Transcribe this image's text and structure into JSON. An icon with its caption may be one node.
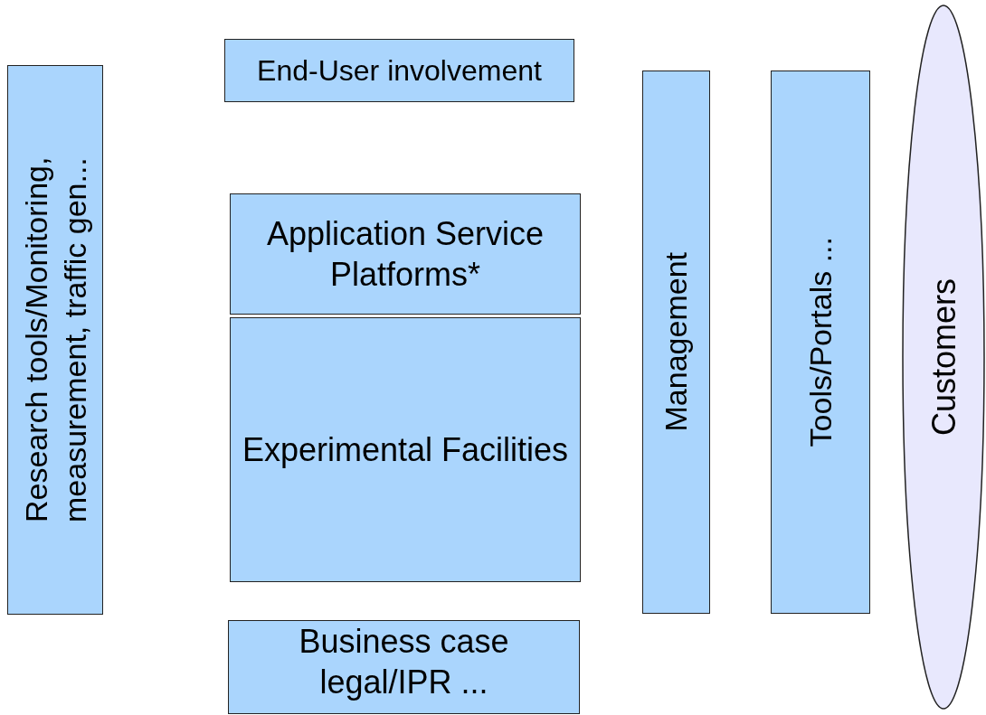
{
  "diagram": {
    "nodes": [
      {
        "text": [
          "Research tools/Monitoring, measurement, traffic gen..."
        ]
      },
      {
        "text": [
          "End-User involvement"
        ]
      },
      {
        "text": [
          "Application Service Platforms*"
        ]
      },
      {
        "text": [
          "Experimental Facilities"
        ]
      },
      {
        "text": [
          "Business case legal/IPR ..."
        ]
      },
      {
        "text": [
          "Management"
        ]
      },
      {
        "text": [
          "Tools/Portals ..."
        ]
      },
      {
        "text": [
          "Customers"
        ]
      }
    ]
  }
}
